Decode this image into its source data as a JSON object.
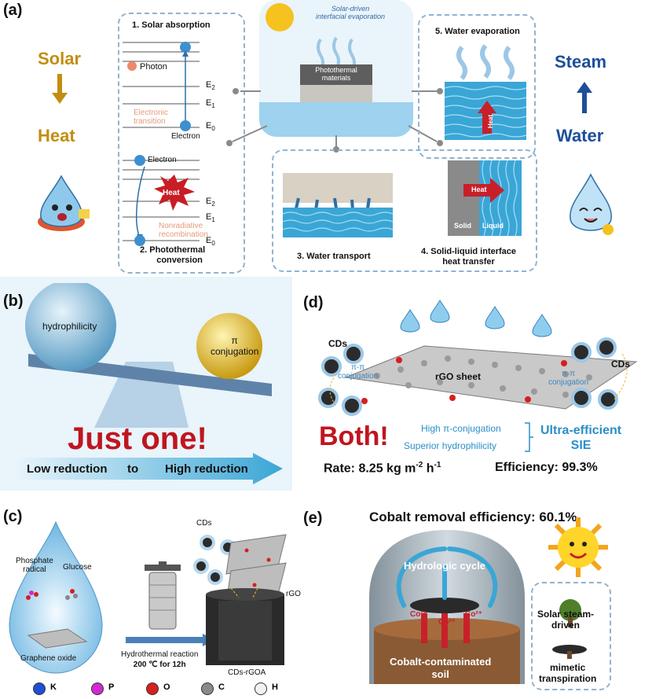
{
  "panel_a": {
    "letter": "(a)",
    "solar": "Solar",
    "heat": "Heat",
    "steam": "Steam",
    "water": "Water",
    "step1": "1. Solar absorption",
    "photon": "Photon",
    "e2": "E",
    "e1": "E",
    "e0": "E",
    "sub2": "2",
    "sub1": "1",
    "sub0": "0",
    "electronic": "Electronic",
    "transition": "transition",
    "electron1": "Electron",
    "electron2": "Electron",
    "heat_burst": "Heat",
    "nonradiative": "Nonradiative",
    "recombination": "recombination",
    "step2a": "2. Photothermal",
    "step2b": "conversion",
    "solar_driven_a": "Solar-driven",
    "solar_driven_b": "interfacial evaporation",
    "photothermal_a": "Photothermal",
    "photothermal_b": "materials",
    "step3": "3. Water transport",
    "step4a": "4. Solid-liquid interface",
    "step4b": "heat transfer",
    "step5": "5. Water evaporation",
    "heat_up": "Heat",
    "heat_right": "Heat",
    "solid": "Solid",
    "liquid": "Liquid"
  },
  "panel_b": {
    "letter": "(b)",
    "left_ball": "hydrophilicity",
    "right_ball_a": "π",
    "right_ball_b": "conjugation",
    "just_one": "Just one!",
    "low": "Low reduction",
    "to": "to",
    "high": "High reduction"
  },
  "panel_d": {
    "letter": "(d)",
    "cds_left": "CDs",
    "cds_right": "CDs",
    "pi_left_a": "π-π",
    "pi_left_b": "conjugation",
    "pi_right_a": "π-π",
    "pi_right_b": "conjugation",
    "sheet": "rGO sheet",
    "both": "Both!",
    "high_pi": "High π-conjugation",
    "superior": "Superior hydrophilicity",
    "ultra": "Ultra-efficient",
    "sie": "SIE",
    "rate_prefix": "Rate: 8.25 kg m",
    "rate_sup1": "-2",
    "rate_mid": " h",
    "rate_sup2": "-1",
    "efficiency": "Efficiency: 99.3%"
  },
  "panel_c": {
    "letter": "(c)",
    "phosphate_a": "Phosphate",
    "phosphate_b": "radical",
    "glucose": "Glucose",
    "graphene": "Graphene oxide",
    "cds": "CDs",
    "rgo": "rGO",
    "hydro_a": "Hydrothermal reaction",
    "hydro_b": "200 ℃ for 12h",
    "product": "CDs-rGOA",
    "legend": [
      {
        "symbol": "K",
        "color": "#1f4fd6"
      },
      {
        "symbol": "P",
        "color": "#d02ad0"
      },
      {
        "symbol": "O",
        "color": "#d61f1f"
      },
      {
        "symbol": "C",
        "color": "#8a8a8a"
      },
      {
        "symbol": "H",
        "color": "#f2f2f2"
      }
    ]
  },
  "panel_e": {
    "letter": "(e)",
    "title": "Cobalt removal efficiency: 60.1%",
    "hydrologic": "Hydrologic cycle",
    "co1": "Co²⁺",
    "co2": "Co²⁺",
    "co3": "Co²⁺",
    "soil_a": "Cobalt-contaminated",
    "soil_b": "soil",
    "solar_a": "Solar steam-",
    "solar_b": "driven",
    "mimetic_a": "mimetic",
    "mimetic_b": "transpiration"
  }
}
